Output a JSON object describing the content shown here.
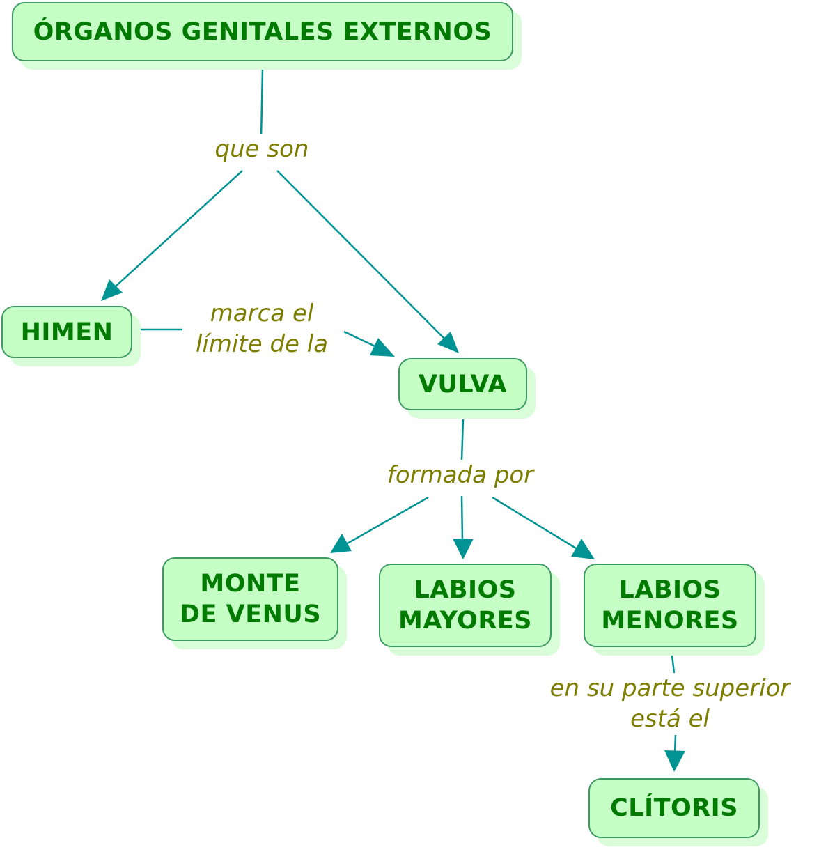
{
  "colors": {
    "node_fill": "#c5ffc5",
    "node_border": "#3c9a62",
    "node_text": "#007a00",
    "link_text": "#7d7d00",
    "connector": "#009393"
  },
  "nodes": {
    "organos": "ÓRGANOS GENITALES EXTERNOS",
    "himen": "HIMEN",
    "vulva": "VULVA",
    "monte": "MONTE\nDE VENUS",
    "labios_mayores": "LABIOS\nMAYORES",
    "labios_menores": "LABIOS\nMENORES",
    "clitoris": "CLÍTORIS"
  },
  "links": {
    "que_son": "que son",
    "marca": "marca el\nlímite de la",
    "formada_por": "formada por",
    "parte_superior": "en su parte superior\nestá el"
  }
}
